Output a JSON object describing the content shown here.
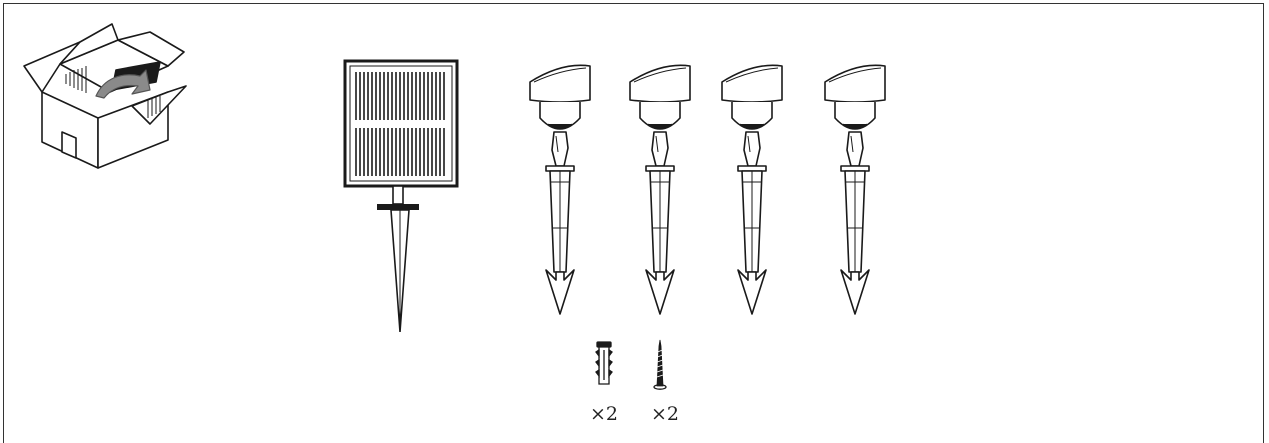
{
  "accessories": [
    {
      "name": "wall-anchor",
      "quantity": "×2"
    },
    {
      "name": "screw",
      "quantity": "×2"
    }
  ],
  "package_contents": {
    "solar_panel_count": 1,
    "spotlight_count": 4
  },
  "colors": {
    "line": "#1a1a1a",
    "fill": "#ffffff",
    "box_flap": "#555555",
    "panel_border": "#333333"
  }
}
